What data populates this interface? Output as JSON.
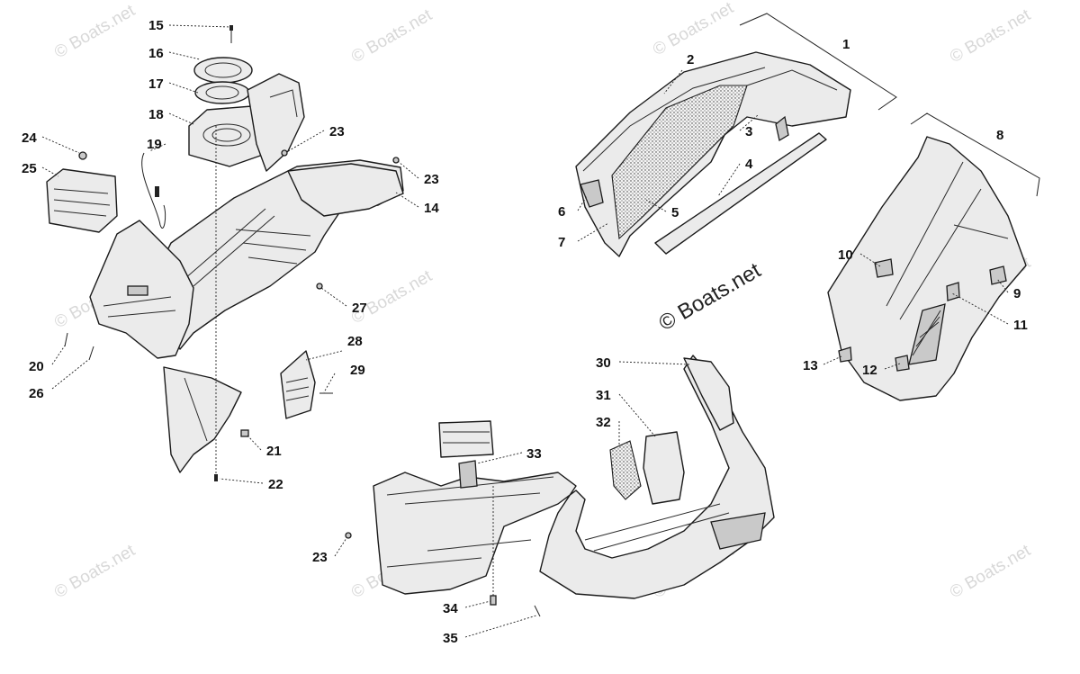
{
  "watermark": {
    "main": "© Boats.net",
    "tile": "© Boats.net"
  },
  "callouts": {
    "c1": "1",
    "c2": "2",
    "c3": "3",
    "c4": "4",
    "c5": "5",
    "c6": "6",
    "c7": "7",
    "c8": "8",
    "c9": "9",
    "c10": "10",
    "c11": "11",
    "c12": "12",
    "c13": "13",
    "c14": "14",
    "c15": "15",
    "c16": "16",
    "c17": "17",
    "c18": "18",
    "c19": "19",
    "c20": "20",
    "c21": "21",
    "c22": "22",
    "c23a": "23",
    "c23b": "23",
    "c23c": "23",
    "c24": "24",
    "c25": "25",
    "c26": "26",
    "c27": "27",
    "c28": "28",
    "c29": "29",
    "c30": "30",
    "c31": "31",
    "c32": "32",
    "c33": "33",
    "c34": "34",
    "c35": "35"
  }
}
